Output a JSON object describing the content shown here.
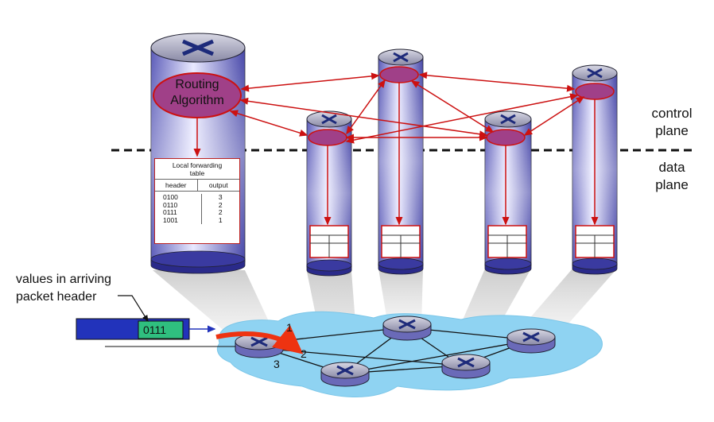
{
  "labels": {
    "control_plane": [
      "control",
      "plane"
    ],
    "data_plane": [
      "data",
      "plane"
    ],
    "values_arriving": [
      "values in arriving",
      "packet header"
    ],
    "routing_algorithm": [
      "Routing",
      "Algorithm"
    ]
  },
  "forwarding_table": {
    "title": [
      "Local forwarding",
      "table"
    ],
    "headers": [
      "header",
      "output"
    ],
    "rows": [
      {
        "header": "0100",
        "output": "3"
      },
      {
        "header": "0110",
        "output": "2"
      },
      {
        "header": "0111",
        "output": "2"
      },
      {
        "header": "1001",
        "output": "1"
      }
    ]
  },
  "packet": {
    "value": "0111"
  },
  "link_numbers": [
    "1",
    "2",
    "3"
  ],
  "colors": {
    "control_arrow": "#cc1111",
    "router_body": "#7070cc",
    "router_top": "#a8a8b8",
    "network_cloud": "#8fd3f2",
    "packet_body": "#2233bb",
    "packet_field": "#2fbf7f",
    "forward_arrow": "#ee3311"
  }
}
